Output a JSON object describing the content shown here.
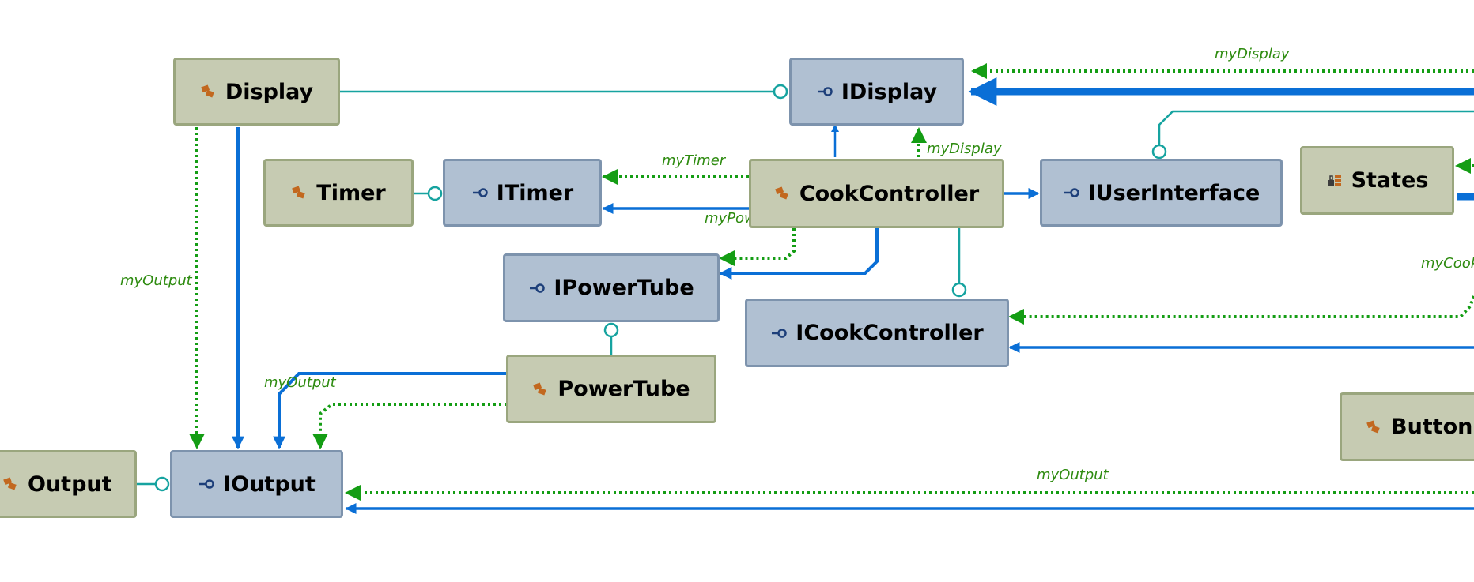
{
  "colors": {
    "class_fill": "#c6cbb2",
    "interface_fill": "#b0c0d2",
    "realization": "#16a3a0",
    "association": "#0a6fd6",
    "dependency": "#149d14",
    "label": "#2e8b10",
    "class_icon": "#c2681f",
    "interface_icon": "#1d3f7a"
  },
  "nodes": {
    "display": {
      "label": "Display",
      "kind": "class",
      "icon": "class-icon"
    },
    "idisplay": {
      "label": "IDisplay",
      "kind": "interface",
      "icon": "interface-icon"
    },
    "timer": {
      "label": "Timer",
      "kind": "class",
      "icon": "class-icon"
    },
    "itimer": {
      "label": "ITimer",
      "kind": "interface",
      "icon": "interface-icon"
    },
    "cookcontroller": {
      "label": "CookController",
      "kind": "class",
      "icon": "class-icon"
    },
    "iuserinterface": {
      "label": "IUserInterface",
      "kind": "interface",
      "icon": "interface-icon"
    },
    "states": {
      "label": "States",
      "kind": "enum",
      "icon": "enum-icon"
    },
    "ipowertube": {
      "label": "IPowerTube",
      "kind": "interface",
      "icon": "interface-icon"
    },
    "icookcontroller": {
      "label": "ICookController",
      "kind": "interface",
      "icon": "interface-icon"
    },
    "powertube": {
      "label": "PowerTube",
      "kind": "class",
      "icon": "class-icon"
    },
    "button": {
      "label": "Button",
      "kind": "class",
      "icon": "class-icon"
    },
    "output": {
      "label": "Output",
      "kind": "class",
      "icon": "class-icon"
    },
    "ioutput": {
      "label": "IOutput",
      "kind": "interface",
      "icon": "interface-icon"
    }
  },
  "edge_labels": {
    "my_display_top": "myDisplay",
    "my_display_cc": "myDisplay",
    "my_timer": "myTimer",
    "my_power_tube": "myPowerTube",
    "my_output_left": "myOutput",
    "my_output_powertube": "myOutput",
    "my_output_bottom": "myOutput",
    "my_cook_partial": "myCook"
  }
}
